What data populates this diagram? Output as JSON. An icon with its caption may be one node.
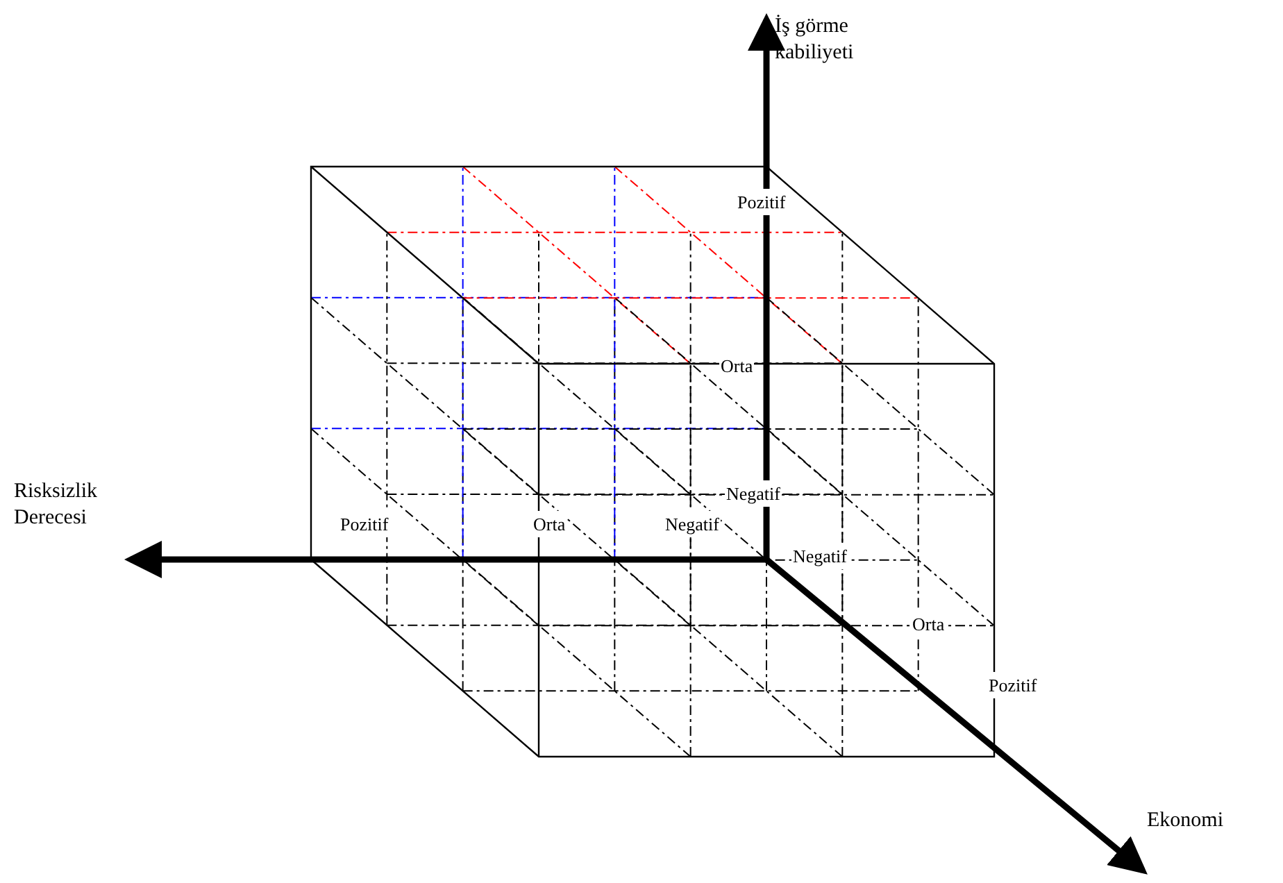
{
  "diagram": {
    "labels": [
      "İş görme kabiliyeti",
      "Pozitif",
      "Orta",
      "Negatif",
      "Risksizlik Derecesi",
      "Pozitif",
      "Orta",
      "Negatif",
      "Negatif",
      "Orta",
      "Pozitif",
      "Ekonomi"
    ]
  }
}
